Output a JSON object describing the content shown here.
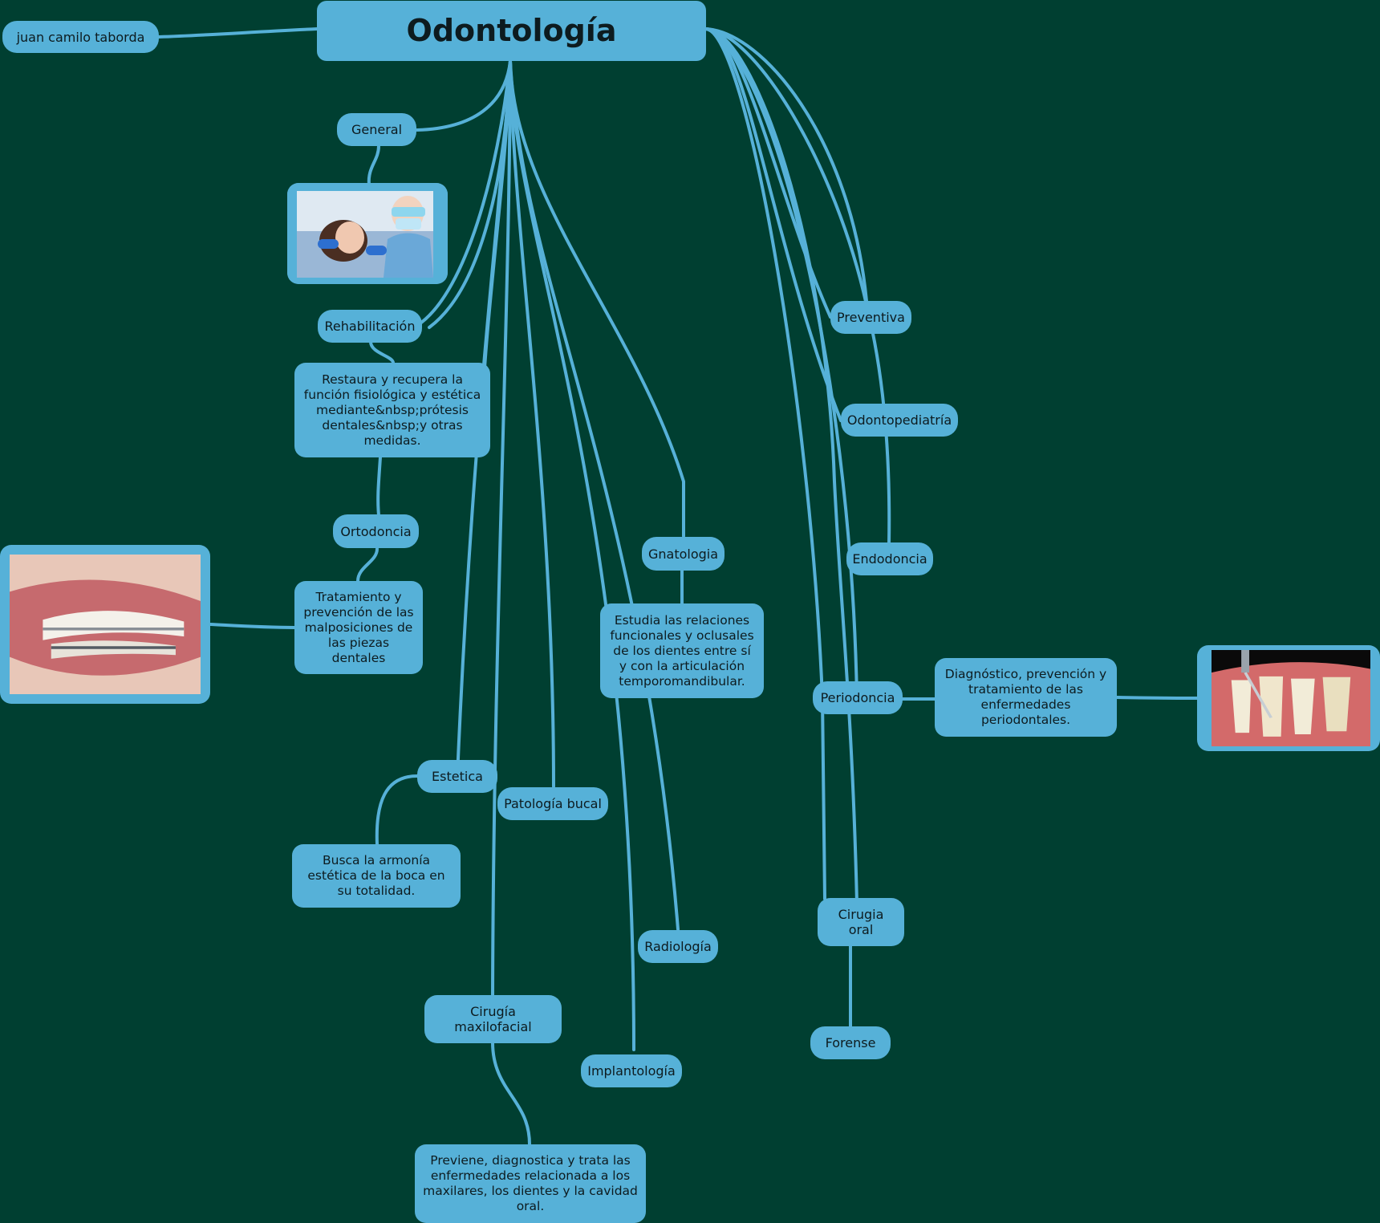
{
  "title": "Odontología",
  "author": "juan camilo taborda",
  "branches": {
    "general": "General",
    "rehabilitacion": "Rehabilitación",
    "ortodoncia": "Ortodoncia",
    "estetica": "Estetica",
    "patologia": "Patología bucal",
    "cirugia_maxilofacial": "Cirugía maxilofacial",
    "implantologia": "Implantología",
    "radiologia": "Radiología",
    "gnatologia": "Gnatologia",
    "preventiva": "Preventiva",
    "odontopediatria": "Odontopediatría",
    "endodoncia": "Endodoncia",
    "periodoncia": "Periodoncia",
    "cirugia_oral": "Cirugia oral",
    "forense": "Forense"
  },
  "descriptions": {
    "rehabilitacion": "Restaura y recupera la función fisiológica y estética mediante&nbsp;prótesis dentales&nbsp;y otras medidas.",
    "ortodoncia": "Tratamiento y prevención de las malposiciones de las piezas dentales",
    "estetica": "Busca la armonía estética de la boca en su totalidad.",
    "cirugia_maxilofacial": "Previene, diagnostica y trata las enfermedades relacionada a los maxilares, los dientes y la cavidad oral.",
    "gnatologia": "Estudia las relaciones funcionales y oclusales de los dientes entre sí y con la articulación temporomandibular.",
    "periodoncia": "Diagnóstico, prevención y tratamiento de las enfermedades periodontales."
  },
  "colors": {
    "background": "#003f31",
    "node": "#56b1d8",
    "link": "#56b1d8",
    "text": "#0d1b1f"
  },
  "images": [
    "dentist-patient-photo",
    "braces-smile-photo",
    "periodontal-teeth-illustration"
  ]
}
